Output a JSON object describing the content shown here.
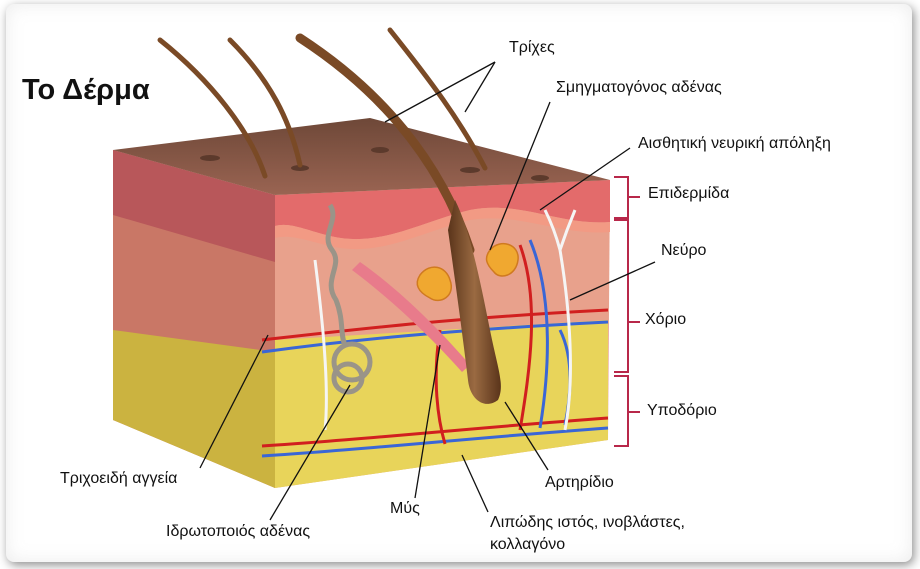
{
  "title": "Το Δέρμα",
  "labels": {
    "hairs": "Τρίχες",
    "sebaceous_gland": "Σμηγματογόνος αδένας",
    "sensory_nerve_ending": "Αισθητική νευρική απόληξη",
    "epidermis": "Επιδερμίδα",
    "nerve": "Νεύρο",
    "dermis": "Χόριο",
    "hypodermis": "Υποδόριο",
    "capillaries": "Τριχοειδή αγγεία",
    "sweat_gland": "Ιδρωτοποιός αδένας",
    "muscle": "Μύς",
    "arteriole": "Αρτηρίδιο",
    "fat_tissue_line1": "Λιπώδης ιστός, ινοβλάστες,",
    "fat_tissue_line2": "κολλαγόνο"
  },
  "colors": {
    "epidermis_top": "#7a4a3a",
    "epidermis_pink": "#e36b6b",
    "dermis": "#e8a18c",
    "hypodermis": "#e8d45a",
    "artery": "#d11f1f",
    "vein": "#3a66d6",
    "hair": "#7a4a26",
    "bracket": "#b8284a"
  }
}
